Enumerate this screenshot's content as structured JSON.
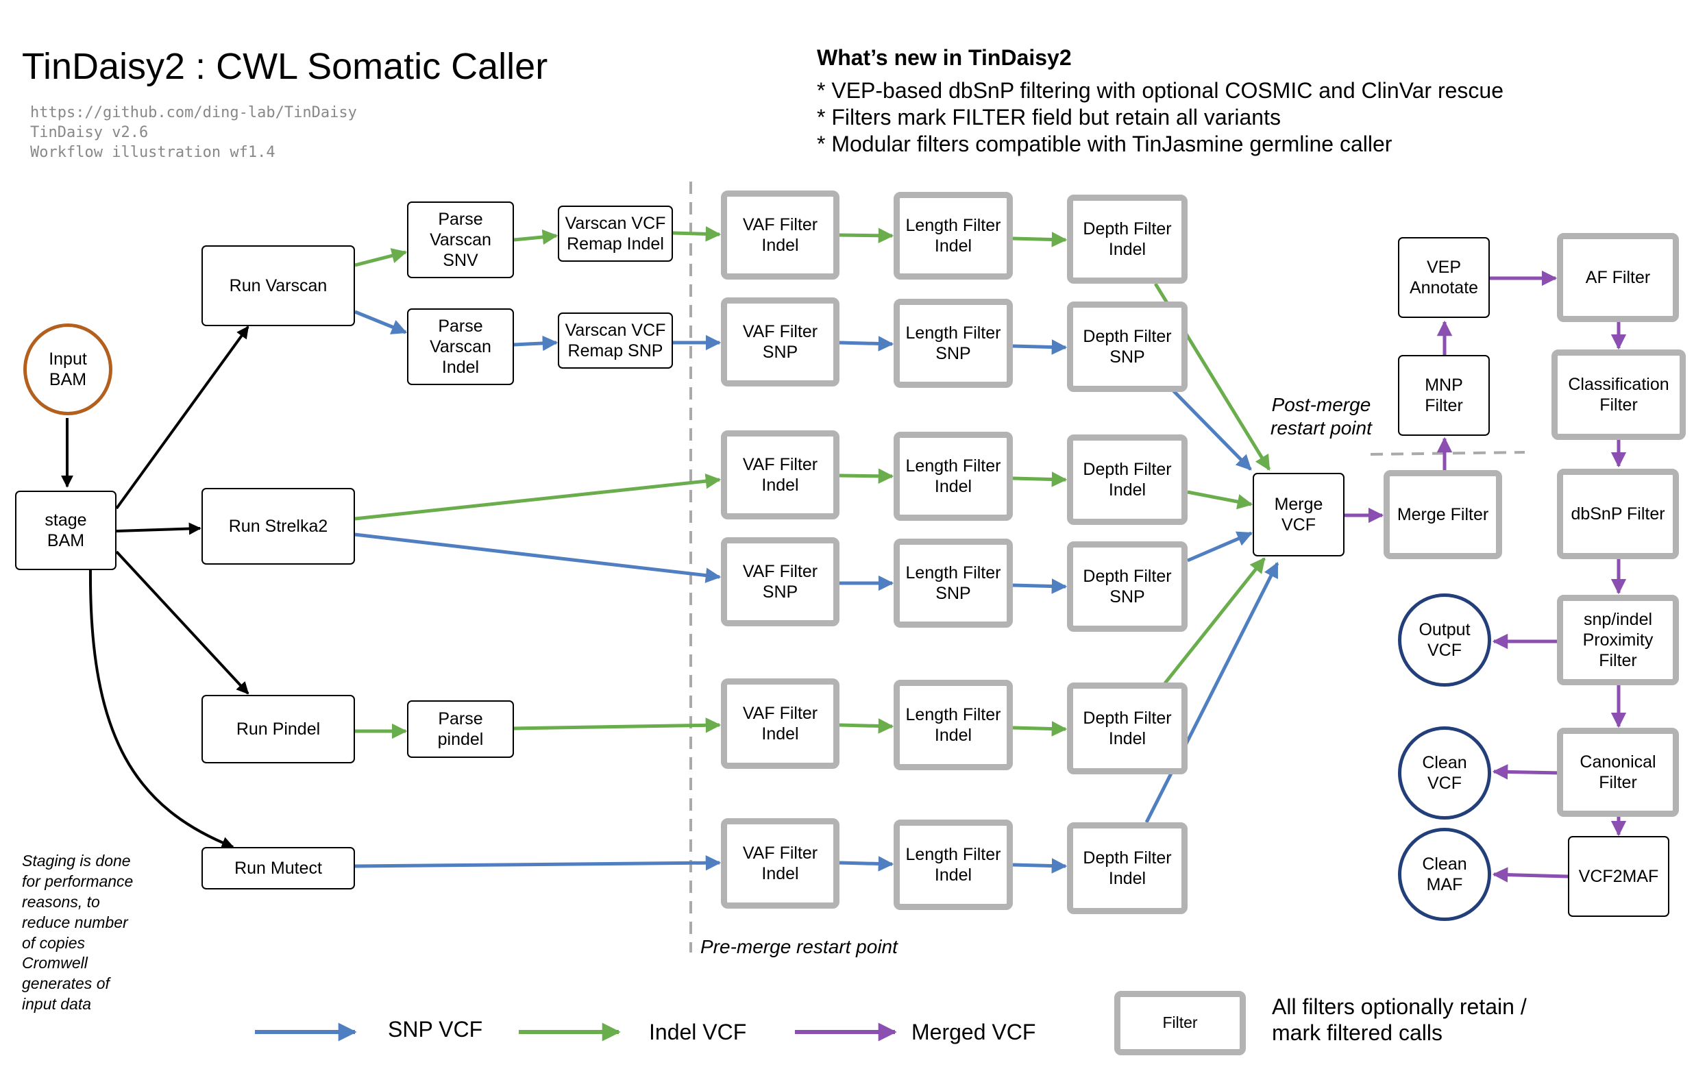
{
  "header": {
    "title": "TinDaisy2 : CWL Somatic Caller",
    "meta_lines": [
      "https://github.com/ding-lab/TinDaisy",
      "TinDaisy v2.6",
      "Workflow illustration wf1.4"
    ]
  },
  "whats_new": {
    "heading": "What’s new in TinDaisy2",
    "items": [
      "* VEP-based dbSnP filtering with optional COSMIC and ClinVar rescue",
      "* Filters mark FILTER field but retain all variants",
      "* Modular filters compatible with TinJasmine germline caller"
    ]
  },
  "nodes": {
    "input_bam": "Input\nBAM",
    "stage_bam": "stage\nBAM",
    "run_varscan": "Run Varscan",
    "run_strelka2": "Run Strelka2",
    "run_pindel": "Run Pindel",
    "run_mutect": "Run Mutect",
    "parse_varscan_snv": "Parse\nVarscan\nSNV",
    "parse_varscan_indel": "Parse\nVarscan\nIndel",
    "parse_pindel": "Parse\npindel",
    "varscan_remap_indel": "Varscan VCF\nRemap Indel",
    "varscan_remap_snp": "Varscan VCF\nRemap SNP",
    "vaf_1": "VAF Filter\nIndel",
    "len_1": "Length Filter\nIndel",
    "dep_1": "Depth Filter\nIndel",
    "vaf_2": "VAF Filter\nSNP",
    "len_2": "Length Filter\nSNP",
    "dep_2": "Depth Filter\nSNP",
    "vaf_3": "VAF Filter\nIndel",
    "len_3": "Length Filter\nIndel",
    "dep_3": "Depth Filter\nIndel",
    "vaf_4": "VAF Filter\nSNP",
    "len_4": "Length Filter\nSNP",
    "dep_4": "Depth Filter\nSNP",
    "vaf_5": "VAF Filter\nIndel",
    "len_5": "Length Filter\nIndel",
    "dep_5": "Depth Filter\nIndel",
    "vaf_6": "VAF Filter\nIndel",
    "len_6": "Length Filter\nIndel",
    "dep_6": "Depth Filter\nIndel",
    "merge_vcf": "Merge\nVCF",
    "merge_filter": "Merge Filter",
    "mnp_filter": "MNP\nFilter",
    "vep_annotate": "VEP\nAnnotate",
    "af_filter": "AF Filter",
    "classification_filter": "Classification\nFilter",
    "dbsnp_filter": "dbSnP Filter",
    "proximity_filter": "snp/indel\nProximity\nFilter",
    "canonical_filter": "Canonical\nFilter",
    "vcf2maf": "VCF2MAF",
    "output_vcf": "Output\nVCF",
    "clean_vcf": "Clean\nVCF",
    "clean_maf": "Clean\nMAF"
  },
  "annotations": {
    "post_merge": "Post-merge\nrestart point",
    "pre_merge": "Pre-merge restart point",
    "staging_note": "Staging is done\nfor performance\nreasons, to\nreduce number\nof copies\nCromwell\ngenerates of\ninput data"
  },
  "legend": {
    "snp": "SNP VCF",
    "indel": "Indel VCF",
    "merged": "Merged VCF",
    "filter_box": "Filter",
    "filter_note": "All filters optionally retain /\nmark filtered calls"
  },
  "colors": {
    "snp": "#4f7fc1",
    "indel": "#6aad4c",
    "merged": "#8a4fb0",
    "filter_border": "#b3b3b3",
    "input_circle": "#b35f1d",
    "output_circle": "#233f7a"
  }
}
